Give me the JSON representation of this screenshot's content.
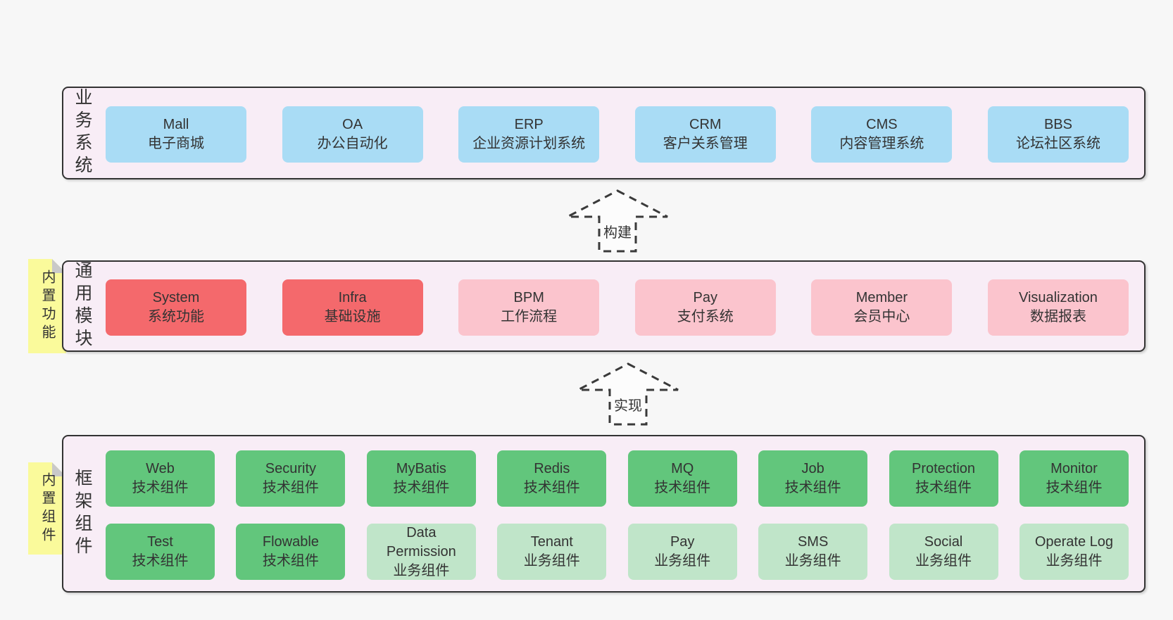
{
  "colors": {
    "page_bg": "#f7f7f7",
    "band_fill": "#f8edf6",
    "band_border": "#333333",
    "box_blue": "#a9dcf5",
    "box_red": "#f4696c",
    "box_pink": "#fbc4cd",
    "box_green": "#62c67c",
    "box_green_light": "#c0e5c9",
    "note_yellow": "#fafa9b",
    "note_fold_gray": "#c9c9c9",
    "text": "#333333"
  },
  "bands": [
    {
      "id": "business-systems",
      "label": "业务系统",
      "rows": [
        [
          {
            "title": "Mall",
            "subtitle": "电子商城",
            "variant": "blue"
          },
          {
            "title": "OA",
            "subtitle": "办公自动化",
            "variant": "blue"
          },
          {
            "title": "ERP",
            "subtitle": "企业资源计划系统",
            "variant": "blue"
          },
          {
            "title": "CRM",
            "subtitle": "客户关系管理",
            "variant": "blue"
          },
          {
            "title": "CMS",
            "subtitle": "内容管理系统",
            "variant": "blue"
          },
          {
            "title": "BBS",
            "subtitle": "论坛社区系统",
            "variant": "blue"
          }
        ]
      ]
    },
    {
      "id": "common-modules",
      "label": "通用模块",
      "note": "内置功能",
      "rows": [
        [
          {
            "title": "System",
            "subtitle": "系统功能",
            "variant": "red"
          },
          {
            "title": "Infra",
            "subtitle": "基础设施",
            "variant": "red"
          },
          {
            "title": "BPM",
            "subtitle": "工作流程",
            "variant": "pink"
          },
          {
            "title": "Pay",
            "subtitle": "支付系统",
            "variant": "pink"
          },
          {
            "title": "Member",
            "subtitle": "会员中心",
            "variant": "pink"
          },
          {
            "title": "Visualization",
            "subtitle": "数据报表",
            "variant": "pink"
          }
        ]
      ]
    },
    {
      "id": "framework-components",
      "label": "框架组件",
      "note": "内置组件",
      "rows": [
        [
          {
            "title": "Web",
            "subtitle": "技术组件",
            "variant": "green"
          },
          {
            "title": "Security",
            "subtitle": "技术组件",
            "variant": "green"
          },
          {
            "title": "MyBatis",
            "subtitle": "技术组件",
            "variant": "green"
          },
          {
            "title": "Redis",
            "subtitle": "技术组件",
            "variant": "green"
          },
          {
            "title": "MQ",
            "subtitle": "技术组件",
            "variant": "green"
          },
          {
            "title": "Job",
            "subtitle": "技术组件",
            "variant": "green"
          },
          {
            "title": "Protection",
            "subtitle": "技术组件",
            "variant": "green"
          },
          {
            "title": "Monitor",
            "subtitle": "技术组件",
            "variant": "green"
          }
        ],
        [
          {
            "title": "Test",
            "subtitle": "技术组件",
            "variant": "green"
          },
          {
            "title": "Flowable",
            "subtitle": "技术组件",
            "variant": "green"
          },
          {
            "title": "Data Permission",
            "subtitle": "业务组件",
            "variant": "green-light"
          },
          {
            "title": "Tenant",
            "subtitle": "业务组件",
            "variant": "green-light"
          },
          {
            "title": "Pay",
            "subtitle": "业务组件",
            "variant": "green-light"
          },
          {
            "title": "SMS",
            "subtitle": "业务组件",
            "variant": "green-light"
          },
          {
            "title": "Social",
            "subtitle": "业务组件",
            "variant": "green-light"
          },
          {
            "title": "Operate Log",
            "subtitle": "业务组件",
            "variant": "green-light"
          }
        ]
      ]
    }
  ],
  "arrows": [
    {
      "label": "构建"
    },
    {
      "label": "实现"
    }
  ]
}
